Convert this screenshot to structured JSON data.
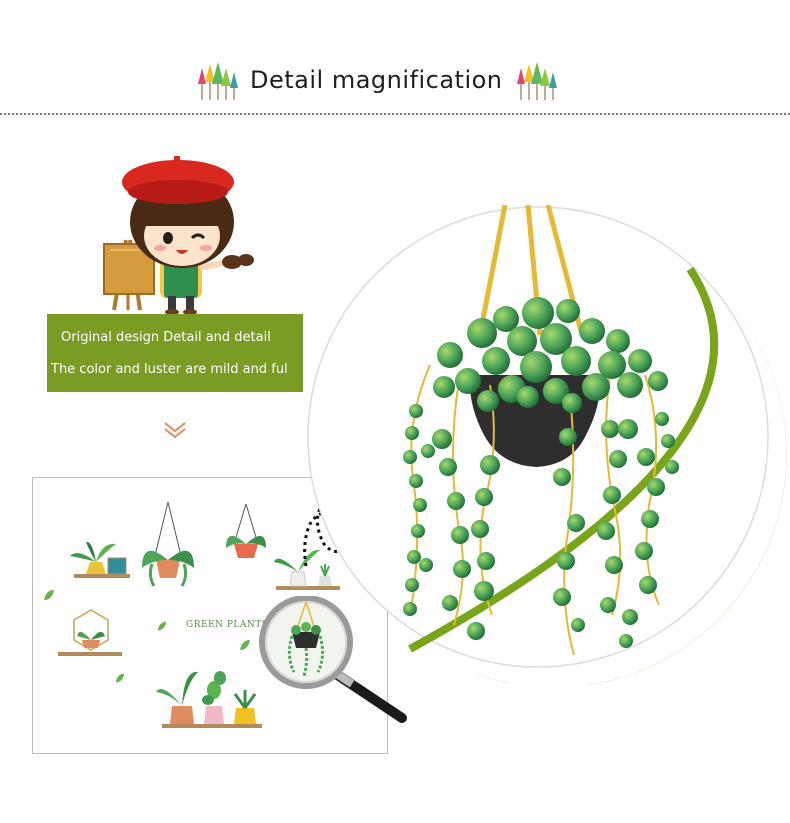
{
  "header": {
    "title": "Detail magnification"
  },
  "info_box": {
    "line1": "Original design  Detail and detail",
    "line2": "The color and luster are mild and ful"
  },
  "product": {
    "label": "GREEN PLANTS"
  },
  "colors": {
    "accent_green": "#7a9b24",
    "ring_green": "#79a51b",
    "pot_dark": "#2e2e2e",
    "rope_yellow": "#e5b935",
    "beret_red": "#d8281f"
  },
  "icons": [
    "tree-cluster-icon",
    "chevron-down-icon",
    "magnifier-icon",
    "arrow-icon"
  ]
}
